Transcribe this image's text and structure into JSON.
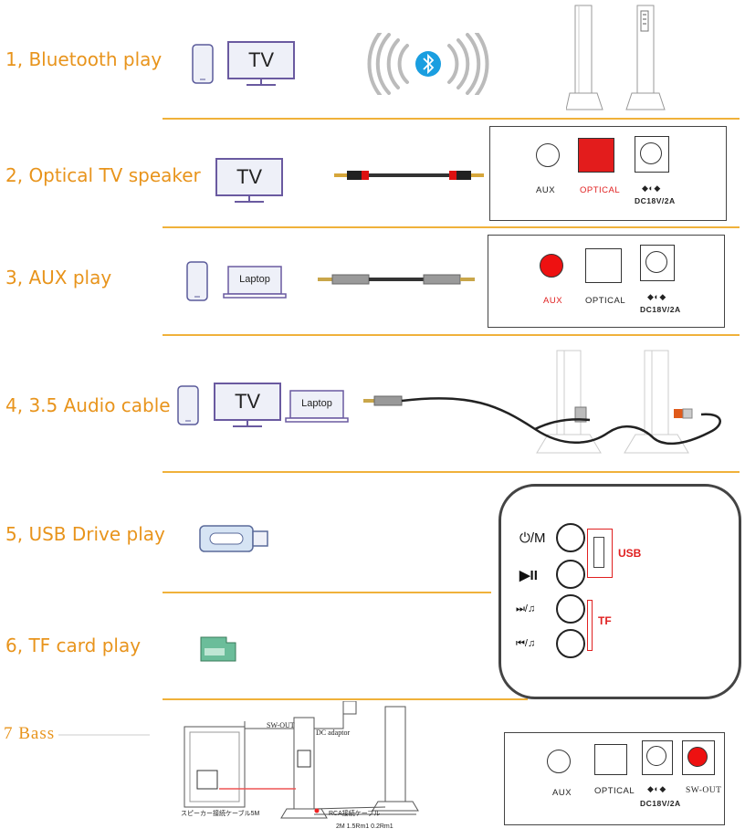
{
  "modes": [
    {
      "label": "1, Bluetooth play"
    },
    {
      "label": "2, Optical TV speaker"
    },
    {
      "label": "3, AUX play"
    },
    {
      "label": "4, 3.5 Audio cable"
    },
    {
      "label": "5, USB Drive play"
    },
    {
      "label": "6, TF card play"
    },
    {
      "label": "7 Bass"
    }
  ],
  "devices": {
    "tv": "TV",
    "laptop": "Laptop"
  },
  "ports": {
    "aux": "AUX",
    "optical": "OPTICAL",
    "dc": "DC18V/2A",
    "sw_out": "SW-OUT"
  },
  "control_panel": {
    "power_mode": "⏻/M",
    "play_pause": "▶II",
    "next_vol": "⏭/♫",
    "prev_vol": "⏮/♫",
    "usb": "USB",
    "tf": "TF"
  },
  "bass_diagram": {
    "sw_out": "SW-OUT",
    "dc_adaptor": "DC adaptor",
    "speaker_cable": "スピーカー接続ケーブル5M",
    "rca_cable": "RCA接続ケーブル",
    "cable_length": "2M 1.5Rm1 0.2Rm1"
  },
  "colors": {
    "accent": "#e8941c",
    "divider": "#f0b13a",
    "active_port": "#e31c1c",
    "bluetooth": "#1a9ee0"
  },
  "icons": [
    "phone-icon",
    "tv-icon",
    "laptop-icon",
    "bluetooth-icon",
    "usb-drive-icon",
    "tf-card-icon",
    "power-outlet-icon"
  ]
}
